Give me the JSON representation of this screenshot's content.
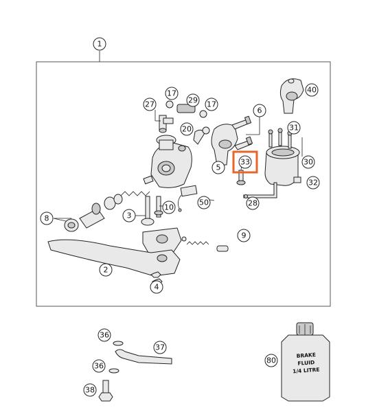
{
  "diagram": {
    "callouts": [
      {
        "id": "callout-1",
        "label": "1"
      },
      {
        "id": "callout-2",
        "label": "2"
      },
      {
        "id": "callout-3",
        "label": "3"
      },
      {
        "id": "callout-4",
        "label": "4"
      },
      {
        "id": "callout-5",
        "label": "5"
      },
      {
        "id": "callout-6",
        "label": "6"
      },
      {
        "id": "callout-8",
        "label": "8"
      },
      {
        "id": "callout-9",
        "label": "9"
      },
      {
        "id": "callout-10",
        "label": "10"
      },
      {
        "id": "callout-17a",
        "label": "17"
      },
      {
        "id": "callout-17b",
        "label": "17"
      },
      {
        "id": "callout-20",
        "label": "20"
      },
      {
        "id": "callout-27",
        "label": "27"
      },
      {
        "id": "callout-28",
        "label": "28"
      },
      {
        "id": "callout-29",
        "label": "29"
      },
      {
        "id": "callout-30",
        "label": "30"
      },
      {
        "id": "callout-31",
        "label": "31"
      },
      {
        "id": "callout-32",
        "label": "32"
      },
      {
        "id": "callout-36a",
        "label": "36"
      },
      {
        "id": "callout-36b",
        "label": "36"
      },
      {
        "id": "callout-37",
        "label": "37"
      },
      {
        "id": "callout-38",
        "label": "38"
      },
      {
        "id": "callout-40",
        "label": "40"
      },
      {
        "id": "callout-50",
        "label": "50"
      },
      {
        "id": "callout-80",
        "label": "80"
      }
    ],
    "highlight": {
      "label": "33",
      "color": "#e8662a"
    },
    "bottle": {
      "line1": "BRAKE",
      "line2": "FLUID",
      "line3": "1/4 LITRE"
    },
    "colors": {
      "line": "#222222",
      "part_fill": "#e9e9e9",
      "frame": "#555555"
    }
  }
}
